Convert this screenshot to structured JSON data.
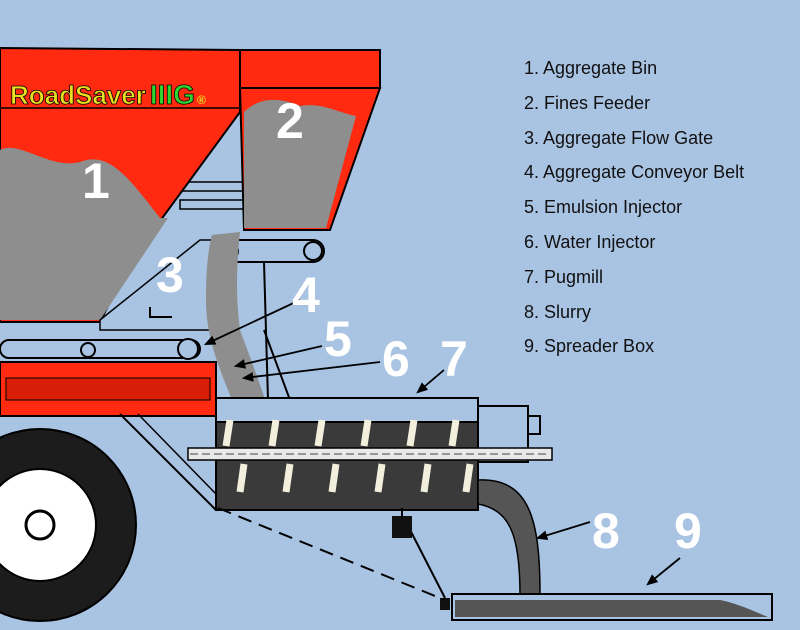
{
  "brand": {
    "name": "RoadSaver",
    "model": "IIIG",
    "mark": "®",
    "name_color": "#e8e020",
    "model_color": "#2fd62f"
  },
  "legend": {
    "items": [
      "1. Aggregate Bin",
      "2. Fines Feeder",
      "3. Aggregate Flow Gate",
      "4. Aggregate Conveyor Belt",
      "5. Emulsion Injector",
      "6. Water Injector",
      "7. Pugmill",
      "8. Slurry",
      "9. Spreader Box"
    ]
  },
  "callouts": [
    "1",
    "2",
    "3",
    "4",
    "5",
    "6",
    "7",
    "8",
    "9"
  ],
  "colors": {
    "background": "#a9c3e3",
    "hopper_red": "#ff2a0f",
    "aggregate_gray": "#8e8e8e",
    "pugmill_dark": "#3a3a3a",
    "tire_black": "#1c1c1c"
  }
}
